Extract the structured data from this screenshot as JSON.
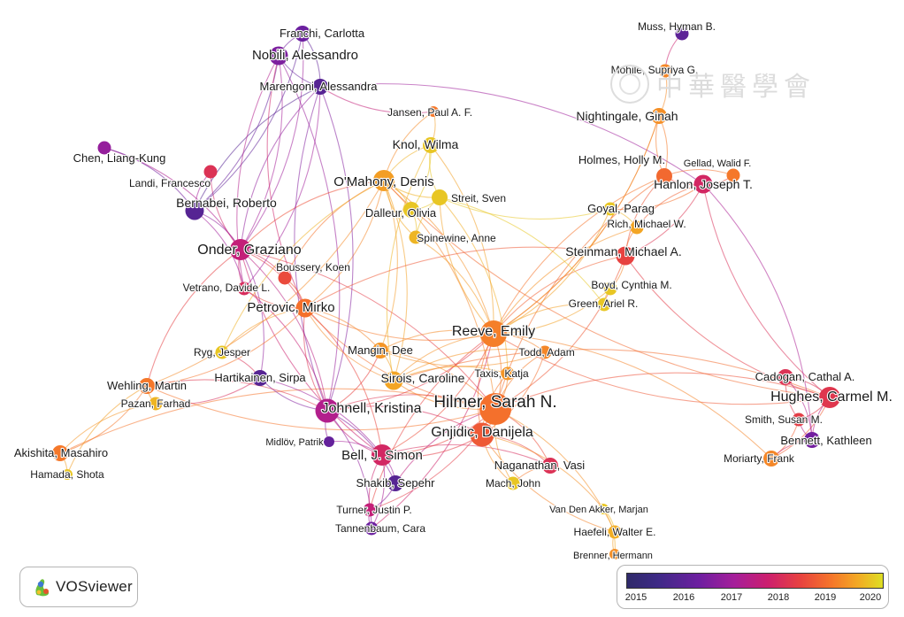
{
  "app": {
    "name": "VOSviewer"
  },
  "watermark": {
    "text": "中華醫學會"
  },
  "legend": {
    "ticks": [
      "2015",
      "2016",
      "2017",
      "2018",
      "2019",
      "2020"
    ]
  },
  "chart_data": {
    "type": "network",
    "title": "",
    "color_scale": {
      "min": 2015,
      "max": 2020.3,
      "stops": [
        "#2f2a6a",
        "#3e2a86",
        "#6d1fa0",
        "#a51f9a",
        "#cc1f6e",
        "#e8433f",
        "#f5762a",
        "#f3a824",
        "#dede24"
      ]
    },
    "nodes": [
      {
        "id": "hilmer",
        "label": "Hilmer, Sarah N.",
        "year": 2018.9,
        "weight": 10
      },
      {
        "id": "reeve",
        "label": "Reeve, Emily",
        "year": 2019.1,
        "weight": 8
      },
      {
        "id": "johnell",
        "label": "Johnell, Kristina",
        "year": 2017.2,
        "weight": 7
      },
      {
        "id": "gnjidic",
        "label": "Gnjidic, Danijela",
        "year": 2018.6,
        "weight": 7
      },
      {
        "id": "bell",
        "label": "Bell, J. Simon",
        "year": 2017.8,
        "weight": 6
      },
      {
        "id": "omahony",
        "label": "O'Mahony, Denis",
        "year": 2019.5,
        "weight": 6
      },
      {
        "id": "onder",
        "label": "Onder, Graziano",
        "year": 2017.5,
        "weight": 6
      },
      {
        "id": "bernabei",
        "label": "Bernabei, Roberto",
        "year": 2016.0,
        "weight": 5
      },
      {
        "id": "nobili",
        "label": "Nobili, Alessandro",
        "year": 2016.5,
        "weight": 5
      },
      {
        "id": "hughes",
        "label": "Hughes, Carmel M.",
        "year": 2018.1,
        "weight": 6
      },
      {
        "id": "hanlon",
        "label": "Hanlon, Joseph T.",
        "year": 2017.8,
        "weight": 5
      },
      {
        "id": "petrovic",
        "label": "Petrovic, Mirko",
        "year": 2018.9,
        "weight": 5
      },
      {
        "id": "sirois",
        "label": "Sirois, Caroline",
        "year": 2019.6,
        "weight": 5
      },
      {
        "id": "knol",
        "label": "Knol, Wilma",
        "year": 2020.0,
        "weight": 4
      },
      {
        "id": "streit",
        "label": "Streit, Sven",
        "year": 2020.0,
        "weight": 4
      },
      {
        "id": "dalleur",
        "label": "Dalleur, Olivia",
        "year": 2020.0,
        "weight": 4
      },
      {
        "id": "spinewine",
        "label": "Spinewine, Anne",
        "year": 2019.8,
        "weight": 3
      },
      {
        "id": "franchi",
        "label": "Franchi, Carlotta",
        "year": 2016.3,
        "weight": 4
      },
      {
        "id": "marengoni",
        "label": "Marengoni, Alessandra",
        "year": 2016.0,
        "weight": 4
      },
      {
        "id": "chen",
        "label": "Chen, Liang-Kung",
        "year": 2016.8,
        "weight": 3
      },
      {
        "id": "landi",
        "label": "Landi, Francesco",
        "year": 2018.0,
        "weight": 3
      },
      {
        "id": "boussery",
        "label": "Boussery, Koen",
        "year": 2018.4,
        "weight": 3
      },
      {
        "id": "vetrano",
        "label": "Vetrano, Davide L.",
        "year": 2017.9,
        "weight": 3
      },
      {
        "id": "jansen",
        "label": "Jansen, Paul A. F.",
        "year": 2019.0,
        "weight": 2
      },
      {
        "id": "muss",
        "label": "Muss, Hyman B.",
        "year": 2016.1,
        "weight": 3
      },
      {
        "id": "mohile",
        "label": "Mohile, Supriya G.",
        "year": 2019.2,
        "weight": 3
      },
      {
        "id": "nightingale",
        "label": "Nightingale, Ginah",
        "year": 2019.3,
        "weight": 4
      },
      {
        "id": "holmes",
        "label": "Holmes, Holly M.",
        "year": 2018.8,
        "weight": 4
      },
      {
        "id": "gellad",
        "label": "Gellad, Walid F.",
        "year": 2019.0,
        "weight": 3
      },
      {
        "id": "goyal",
        "label": "Goyal, Parag",
        "year": 2020.0,
        "weight": 3
      },
      {
        "id": "rich",
        "label": "Rich, Michael W.",
        "year": 2019.6,
        "weight": 3
      },
      {
        "id": "steinman",
        "label": "Steinman, Michael A.",
        "year": 2018.3,
        "weight": 5
      },
      {
        "id": "boyd",
        "label": "Boyd, Cynthia M.",
        "year": 2020.0,
        "weight": 3
      },
      {
        "id": "green",
        "label": "Green, Ariel R.",
        "year": 2020.0,
        "weight": 3
      },
      {
        "id": "mangin",
        "label": "Mangin, Dee",
        "year": 2019.4,
        "weight": 4
      },
      {
        "id": "todd",
        "label": "Todd, Adam",
        "year": 2019.2,
        "weight": 3
      },
      {
        "id": "taxis",
        "label": "Taxis, Katja",
        "year": 2019.4,
        "weight": 3
      },
      {
        "id": "ryg",
        "label": "Ryg, Jesper",
        "year": 2020.0,
        "weight": 3
      },
      {
        "id": "hartikainen",
        "label": "Hartikainen, Sirpa",
        "year": 2016.0,
        "weight": 4
      },
      {
        "id": "wehling",
        "label": "Wehling, Martin",
        "year": 2019.0,
        "weight": 4
      },
      {
        "id": "pazan",
        "label": "Pazan, Farhad",
        "year": 2019.8,
        "weight": 3
      },
      {
        "id": "midlov",
        "label": "Midlöv, Patrik",
        "year": 2016.2,
        "weight": 2
      },
      {
        "id": "akishita",
        "label": "Akishita, Masahiro",
        "year": 2019.0,
        "weight": 4
      },
      {
        "id": "hamada",
        "label": "Hamada, Shota",
        "year": 2020.0,
        "weight": 2
      },
      {
        "id": "naganathan",
        "label": "Naganathan, Vasi",
        "year": 2018.0,
        "weight": 4
      },
      {
        "id": "shakib",
        "label": "Shakib, Sepehr",
        "year": 2016.0,
        "weight": 4
      },
      {
        "id": "mach",
        "label": "Mach, John",
        "year": 2020.0,
        "weight": 3
      },
      {
        "id": "turner",
        "label": "Turner, Justin P.",
        "year": 2017.5,
        "weight": 3
      },
      {
        "id": "tannenbaum",
        "label": "Tannenbaum, Cara",
        "year": 2016.3,
        "weight": 3
      },
      {
        "id": "vandenakker",
        "label": "Van Den Akker, Marjan",
        "year": 2020.0,
        "weight": 2
      },
      {
        "id": "haefeli",
        "label": "Haefeli, Walter E.",
        "year": 2019.7,
        "weight": 3
      },
      {
        "id": "brenner",
        "label": "Brenner, Hermann",
        "year": 2019.3,
        "weight": 2
      },
      {
        "id": "cadogan",
        "label": "Cadogan, Cathal A.",
        "year": 2018.0,
        "weight": 4
      },
      {
        "id": "smith",
        "label": "Smith, Susan M.",
        "year": 2018.2,
        "weight": 3
      },
      {
        "id": "bennett",
        "label": "Bennett, Kathleen",
        "year": 2016.4,
        "weight": 4
      },
      {
        "id": "moriarty",
        "label": "Moriarty, Frank",
        "year": 2019.2,
        "weight": 4
      }
    ],
    "links": [
      [
        "hilmer",
        "gnjidic"
      ],
      [
        "hilmer",
        "reeve"
      ],
      [
        "hilmer",
        "bell"
      ],
      [
        "hilmer",
        "johnell"
      ],
      [
        "hilmer",
        "naganathan"
      ],
      [
        "hilmer",
        "mach"
      ],
      [
        "hilmer",
        "sirois"
      ],
      [
        "hilmer",
        "taxis"
      ],
      [
        "hilmer",
        "todd"
      ],
      [
        "hilmer",
        "mangin"
      ],
      [
        "hilmer",
        "petrovic"
      ],
      [
        "hilmer",
        "onder"
      ],
      [
        "hilmer",
        "hughes"
      ],
      [
        "hilmer",
        "steinman"
      ],
      [
        "hilmer",
        "turner"
      ],
      [
        "hilmer",
        "shakib"
      ],
      [
        "hilmer",
        "haefeli"
      ],
      [
        "hilmer",
        "omahony"
      ],
      [
        "hilmer",
        "wehling"
      ],
      [
        "hilmer",
        "akishita"
      ],
      [
        "hilmer",
        "holmes"
      ],
      [
        "reeve",
        "gnjidic"
      ],
      [
        "reeve",
        "bell"
      ],
      [
        "reeve",
        "omahony"
      ],
      [
        "reeve",
        "steinman"
      ],
      [
        "reeve",
        "mangin"
      ],
      [
        "reeve",
        "todd"
      ],
      [
        "reeve",
        "boyd"
      ],
      [
        "reeve",
        "green"
      ],
      [
        "reeve",
        "goyal"
      ],
      [
        "reeve",
        "holmes"
      ],
      [
        "reeve",
        "nightingale"
      ],
      [
        "reeve",
        "petrovic"
      ],
      [
        "reeve",
        "sirois"
      ],
      [
        "reeve",
        "johnell"
      ],
      [
        "reeve",
        "knol"
      ],
      [
        "reeve",
        "streit"
      ],
      [
        "reeve",
        "hughes"
      ],
      [
        "reeve",
        "moriarty"
      ],
      [
        "reeve",
        "turner"
      ],
      [
        "reeve",
        "tannenbaum"
      ],
      [
        "reeve",
        "spinewine"
      ],
      [
        "reeve",
        "rich"
      ],
      [
        "johnell",
        "bell"
      ],
      [
        "johnell",
        "gnjidic"
      ],
      [
        "johnell",
        "onder"
      ],
      [
        "johnell",
        "hartikainen"
      ],
      [
        "johnell",
        "midlov"
      ],
      [
        "johnell",
        "petrovic"
      ],
      [
        "johnell",
        "vetrano"
      ],
      [
        "johnell",
        "marengoni"
      ],
      [
        "johnell",
        "nobili"
      ],
      [
        "johnell",
        "shakib"
      ],
      [
        "johnell",
        "wehling"
      ],
      [
        "johnell",
        "tannenbaum"
      ],
      [
        "bell",
        "gnjidic"
      ],
      [
        "bell",
        "shakib"
      ],
      [
        "bell",
        "turner"
      ],
      [
        "bell",
        "tannenbaum"
      ],
      [
        "bell",
        "hartikainen"
      ],
      [
        "bell",
        "onder"
      ],
      [
        "bell",
        "petrovic"
      ],
      [
        "bell",
        "naganathan"
      ],
      [
        "bell",
        "midlov"
      ],
      [
        "gnjidic",
        "naganathan"
      ],
      [
        "gnjidic",
        "mach"
      ],
      [
        "gnjidic",
        "taxis"
      ],
      [
        "gnjidic",
        "todd"
      ],
      [
        "gnjidic",
        "vandenakker"
      ],
      [
        "gnjidic",
        "haefeli"
      ],
      [
        "omahony",
        "knol"
      ],
      [
        "omahony",
        "streit"
      ],
      [
        "omahony",
        "dalleur"
      ],
      [
        "omahony",
        "spinewine"
      ],
      [
        "omahony",
        "petrovic"
      ],
      [
        "omahony",
        "boussery"
      ],
      [
        "omahony",
        "sirois"
      ],
      [
        "omahony",
        "onder"
      ],
      [
        "omahony",
        "mangin"
      ],
      [
        "omahony",
        "ryg"
      ],
      [
        "omahony",
        "wehling"
      ],
      [
        "omahony",
        "hughes"
      ],
      [
        "omahony",
        "jansen"
      ],
      [
        "knol",
        "streit"
      ],
      [
        "knol",
        "dalleur"
      ],
      [
        "knol",
        "jansen"
      ],
      [
        "streit",
        "dalleur"
      ],
      [
        "streit",
        "spinewine"
      ],
      [
        "dalleur",
        "spinewine"
      ],
      [
        "streit",
        "goyal"
      ],
      [
        "streit",
        "green"
      ],
      [
        "knol",
        "sirois"
      ],
      [
        "streit",
        "taxis"
      ],
      [
        "onder",
        "bernabei"
      ],
      [
        "onder",
        "landi"
      ],
      [
        "onder",
        "vetrano"
      ],
      [
        "onder",
        "boussery"
      ],
      [
        "onder",
        "nobili"
      ],
      [
        "onder",
        "marengoni"
      ],
      [
        "onder",
        "franchi"
      ],
      [
        "onder",
        "petrovic"
      ],
      [
        "onder",
        "chen"
      ],
      [
        "onder",
        "hartikainen"
      ],
      [
        "onder",
        "wehling"
      ],
      [
        "bernabei",
        "landi"
      ],
      [
        "bernabei",
        "nobili"
      ],
      [
        "bernabei",
        "marengoni"
      ],
      [
        "bernabei",
        "chen"
      ],
      [
        "bernabei",
        "vetrano"
      ],
      [
        "bernabei",
        "franchi"
      ],
      [
        "nobili",
        "franchi"
      ],
      [
        "nobili",
        "marengoni"
      ],
      [
        "franchi",
        "marengoni"
      ],
      [
        "nobili",
        "vetrano"
      ],
      [
        "marengoni",
        "vetrano"
      ],
      [
        "marengoni",
        "jansen"
      ],
      [
        "marengoni",
        "hanlon"
      ],
      [
        "nobili",
        "petrovic"
      ],
      [
        "marengoni",
        "johnell"
      ],
      [
        "hughes",
        "cadogan"
      ],
      [
        "hughes",
        "smith"
      ],
      [
        "hughes",
        "bennett"
      ],
      [
        "hughes",
        "moriarty"
      ],
      [
        "cadogan",
        "smith"
      ],
      [
        "cadogan",
        "bennett"
      ],
      [
        "smith",
        "bennett"
      ],
      [
        "smith",
        "moriarty"
      ],
      [
        "bennett",
        "moriarty"
      ],
      [
        "hughes",
        "steinman"
      ],
      [
        "hughes",
        "sirois"
      ],
      [
        "hanlon",
        "holmes"
      ],
      [
        "hanlon",
        "gellad"
      ],
      [
        "hanlon",
        "steinman"
      ],
      [
        "hanlon",
        "rich"
      ],
      [
        "hanlon",
        "goyal"
      ],
      [
        "holmes",
        "nightingale"
      ],
      [
        "holmes",
        "gellad"
      ],
      [
        "nightingale",
        "mohile"
      ],
      [
        "mohile",
        "muss"
      ],
      [
        "nightingale",
        "holmes"
      ],
      [
        "goyal",
        "rich"
      ],
      [
        "rich",
        "steinman"
      ],
      [
        "steinman",
        "boyd"
      ],
      [
        "boyd",
        "green"
      ],
      [
        "steinman",
        "holmes"
      ],
      [
        "hanlon",
        "hughes"
      ],
      [
        "hanlon",
        "bennett"
      ],
      [
        "steinman",
        "petrovic"
      ],
      [
        "nightingale",
        "reeve"
      ],
      [
        "petrovic",
        "boussery"
      ],
      [
        "petrovic",
        "vetrano"
      ],
      [
        "petrovic",
        "ryg"
      ],
      [
        "petrovic",
        "mangin"
      ],
      [
        "petrovic",
        "sirois"
      ],
      [
        "petrovic",
        "wehling"
      ],
      [
        "wehling",
        "pazan"
      ],
      [
        "wehling",
        "akishita"
      ],
      [
        "wehling",
        "hamada"
      ],
      [
        "akishita",
        "hamada"
      ],
      [
        "pazan",
        "akishita"
      ],
      [
        "ryg",
        "hartikainen"
      ],
      [
        "pazan",
        "hartikainen"
      ],
      [
        "sirois",
        "taxis"
      ],
      [
        "sirois",
        "mangin"
      ],
      [
        "sirois",
        "todd"
      ],
      [
        "mangin",
        "todd"
      ],
      [
        "mangin",
        "johnell"
      ],
      [
        "naganathan",
        "mach"
      ],
      [
        "shakib",
        "turner"
      ],
      [
        "turner",
        "tannenbaum"
      ],
      [
        "vandenakker",
        "haefeli"
      ],
      [
        "haefeli",
        "brenner"
      ],
      [
        "vandenakker",
        "brenner"
      ]
    ]
  }
}
